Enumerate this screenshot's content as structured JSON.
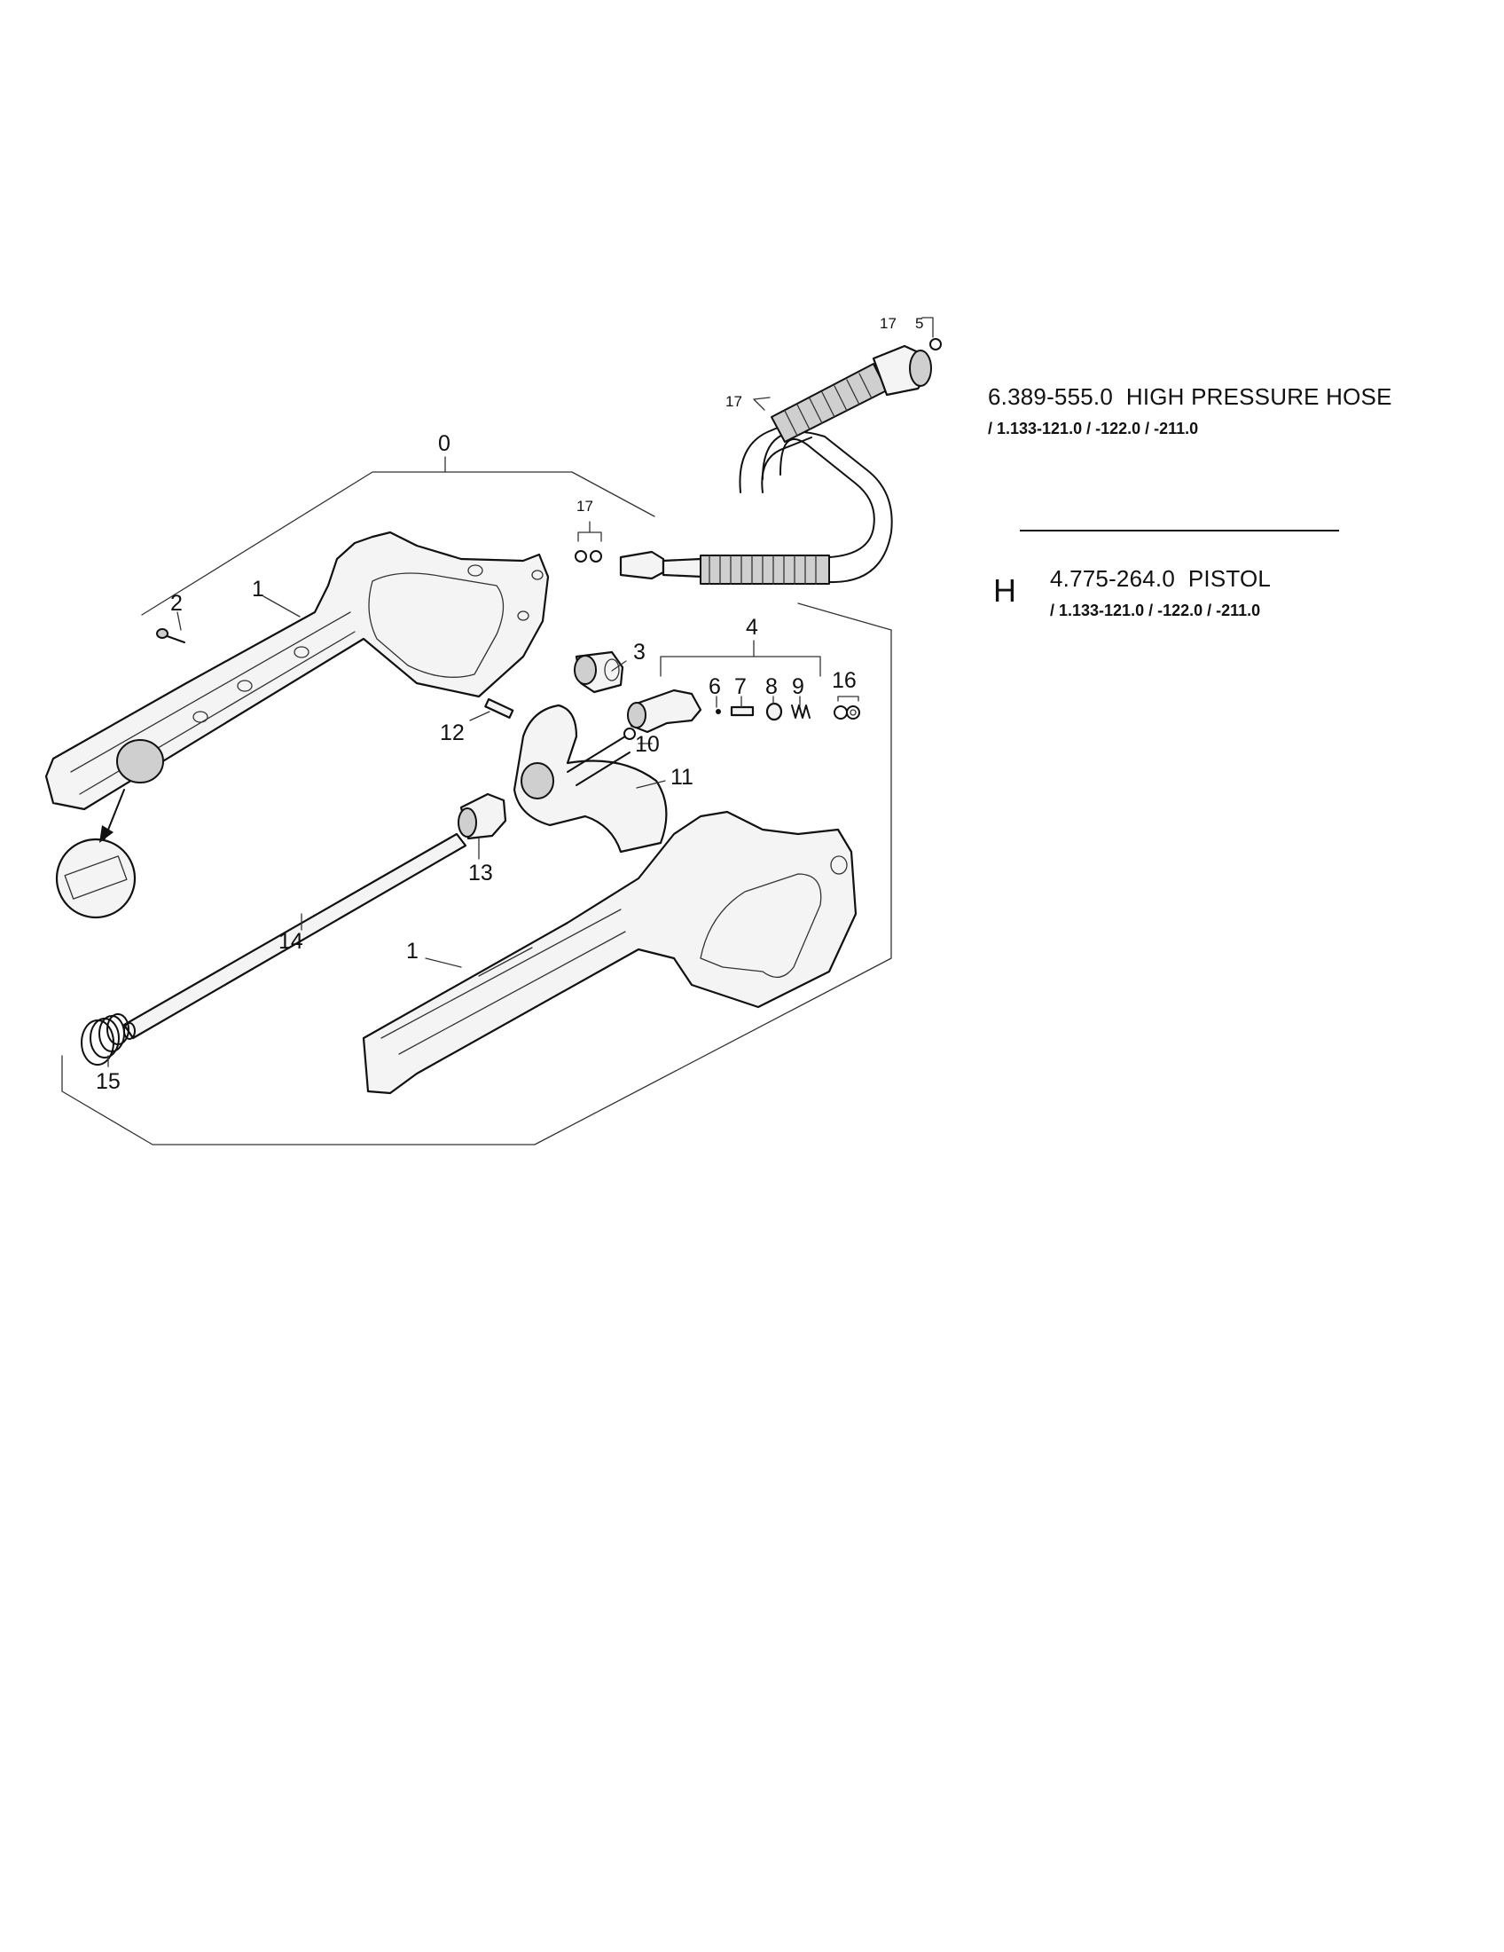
{
  "callouts": {
    "c0": "0",
    "c1_top": "1",
    "c1_bottom": "1",
    "c2": "2",
    "c3": "3",
    "c4": "4",
    "c5": "5",
    "c6": "6",
    "c7": "7",
    "c8": "8",
    "c9": "9",
    "c10": "10",
    "c11": "11",
    "c12": "12",
    "c13": "13",
    "c14": "14",
    "c15": "15",
    "c16": "16",
    "c17_left": "17",
    "c17_hose": "17",
    "c17_top": "17"
  },
  "legend": {
    "hose": {
      "part_number": "6.389-555.0",
      "name": "HIGH PRESSURE HOSE",
      "models": "/ 1.133-121.0 / -122.0 / -211.0"
    },
    "pistol": {
      "marker": "H",
      "part_number": "4.775-264.0",
      "name": "PISTOL",
      "models": "/ 1.133-121.0 / -122.0 / -211.0"
    }
  }
}
